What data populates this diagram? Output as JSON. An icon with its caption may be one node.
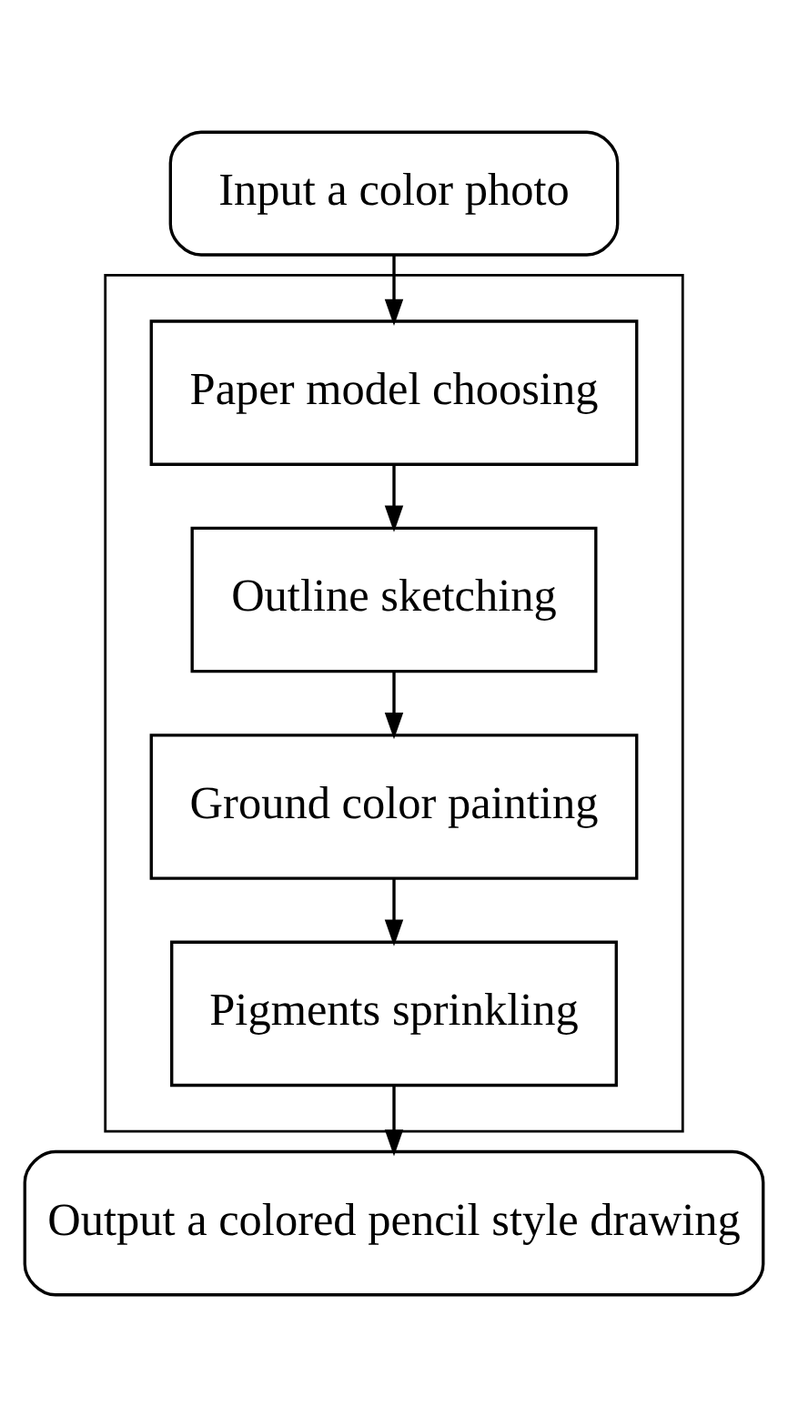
{
  "diagram": {
    "nodes": [
      {
        "text": [
          "Input a color photo"
        ]
      },
      {
        "text": [],
        "shape": "box"
      },
      {
        "text": [
          "Paper model choosing"
        ],
        "in": 1
      },
      {
        "text": [
          "Outline sketching"
        ],
        "in": 1
      },
      {
        "text": [
          "Ground color painting"
        ],
        "in": 1
      },
      {
        "text": [
          "Pigments sprinkling"
        ],
        "in": 1
      },
      {
        "text": [
          "Output a colored pencil style drawing"
        ]
      }
    ],
    "edges": [
      {
        "from": 0,
        "to": 2,
        "arrow": "to"
      },
      {
        "from": 2,
        "to": 3,
        "arrow": "to"
      },
      {
        "from": 3,
        "to": 4,
        "arrow": "to"
      },
      {
        "from": 4,
        "to": 5,
        "arrow": "to"
      },
      {
        "from": 5,
        "to": 6,
        "arrow": "to"
      }
    ]
  }
}
